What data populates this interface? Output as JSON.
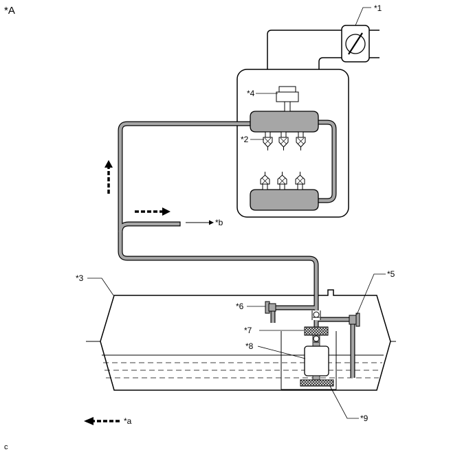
{
  "diagram": {
    "title": "*A",
    "footer": "c",
    "callouts": {
      "c1": "*1",
      "c2": "*2",
      "c3": "*3",
      "c4": "*4",
      "c5": "*5",
      "c6": "*6",
      "c7": "*7",
      "c8": "*8",
      "c9": "*9",
      "ca": "*a",
      "cb": "*b"
    },
    "colors": {
      "line": "#000000",
      "pipe_fill": "#a6a6a6",
      "filter_fill": "#5a5a5a"
    }
  }
}
